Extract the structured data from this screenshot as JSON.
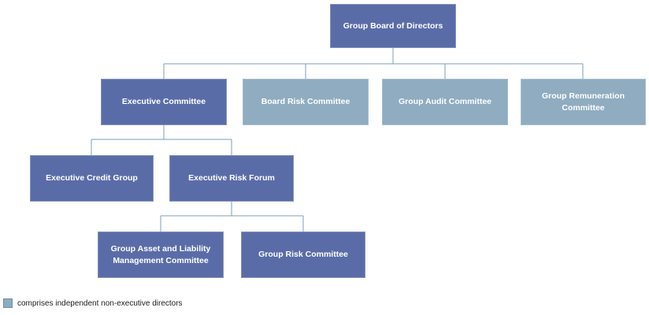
{
  "chart": {
    "title": "",
    "type": "org-chart",
    "nodes": {
      "board": {
        "label": "Group Board of Directors",
        "type": "executive"
      },
      "exec": {
        "label": "Executive Committee",
        "type": "executive"
      },
      "board_risk": {
        "label": "Board Risk Committee",
        "type": "independent"
      },
      "audit": {
        "label": "Group Audit Committee",
        "type": "independent"
      },
      "remuneration": {
        "label": "Group Remuneration Committee",
        "type": "independent"
      },
      "credit": {
        "label": "Executive Credit Group",
        "type": "executive"
      },
      "risk_forum": {
        "label": "Executive Risk Forum",
        "type": "executive"
      },
      "alm": {
        "label": "Group Asset and Liability Management Committee",
        "type": "executive"
      },
      "group_risk": {
        "label": "Group Risk Committee",
        "type": "executive"
      }
    },
    "hierarchy": {
      "Group Board of Directors": [
        "Executive Committee",
        "Board Risk Committee",
        "Group Audit Committee",
        "Group Remuneration Committee"
      ],
      "Executive Committee": [
        "Executive Credit Group",
        "Executive Risk Forum"
      ],
      "Executive Risk Forum": [
        "Group Asset and Liability Management Committee",
        "Group Risk Committee"
      ]
    }
  },
  "legend": {
    "label": "comprises independent non-executive directors"
  },
  "colors": {
    "executive_box": "#5a6ca8",
    "independent_box": "#8facc0",
    "connector": "#7c9cb8",
    "box_text": "#ffffff",
    "legend_text": "#1c1c1c"
  }
}
